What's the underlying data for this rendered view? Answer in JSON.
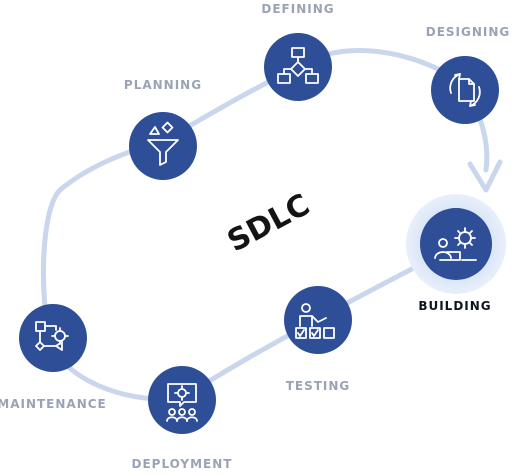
{
  "diagram": {
    "title": "SDLC",
    "colors": {
      "path": "#c9d6ec",
      "node": "#2e4f97",
      "node_ring": "#d9e5f7",
      "icon": "#ffffff",
      "label": "#9aa3b5",
      "label_active": "#0f1420"
    },
    "stages": [
      {
        "key": "planning",
        "label": "PLANNING",
        "icon": "funnel-icon",
        "active": false
      },
      {
        "key": "defining",
        "label": "DEFINING",
        "icon": "flowchart-icon",
        "active": false
      },
      {
        "key": "designing",
        "label": "DESIGNING",
        "icon": "document-cycle-icon",
        "active": false
      },
      {
        "key": "building",
        "label": "BUILDING",
        "icon": "developer-gear-icon",
        "active": true
      },
      {
        "key": "testing",
        "label": "TESTING",
        "icon": "checklist-tester-icon",
        "active": false
      },
      {
        "key": "deployment",
        "label": "DEPLOYMENT",
        "icon": "team-gear-icon",
        "active": false
      },
      {
        "key": "maintenance",
        "label": "MAINTENANCE",
        "icon": "workflow-gear-icon",
        "active": false
      }
    ]
  }
}
